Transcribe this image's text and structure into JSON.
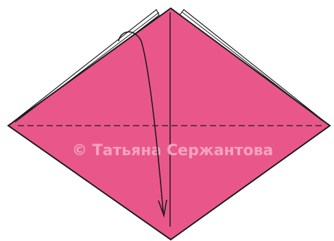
{
  "diagram": {
    "watermark": "© Татьяна Сержантова",
    "colors": {
      "paper": "#e9578a",
      "paper_back_layer": "#ffffff",
      "outline": "#1a1a1a",
      "watermark": "#f3a3bf"
    },
    "symbols": {
      "valley_fold_line": "dashed horizontal line",
      "fold_arrow": "curved arrow pointing down"
    }
  }
}
